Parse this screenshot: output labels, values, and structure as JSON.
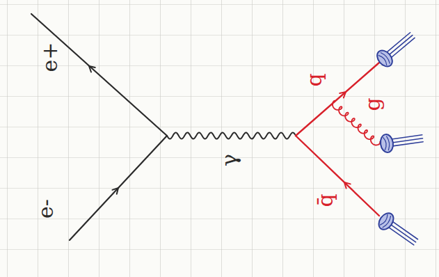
{
  "diagram": {
    "labels": [
      "e+",
      "e-",
      "γ",
      "q",
      "g",
      "q̄"
    ]
  }
}
